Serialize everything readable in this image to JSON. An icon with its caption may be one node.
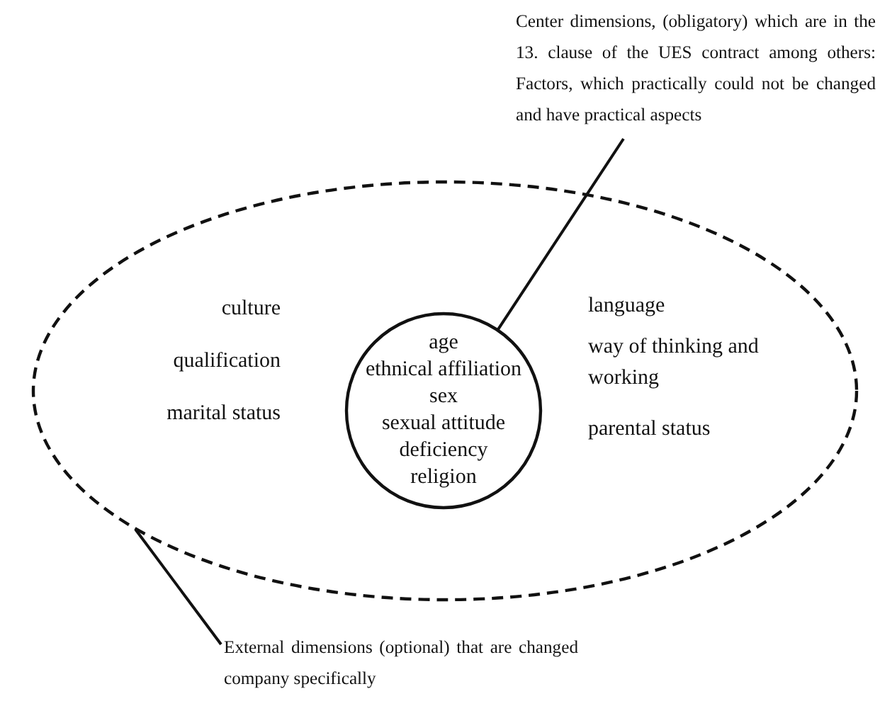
{
  "diagram": {
    "nodes": [
      {
        "text": [
          "culture",
          "qualification",
          "marital status",
          "language",
          "way of thinking and working",
          "parental status"
        ]
      },
      {
        "text": [
          "age",
          "ethnical affiliation",
          "sex",
          "sexual attitude",
          "deficiency",
          "religion"
        ],
        "in": 0
      },
      {
        "text": [
          "Center dimensions, (obligatory) which are in the 13. clause of the UES contract among others: Factors, which practically could not be changed and have practical aspects"
        ]
      },
      {
        "text": [
          "External dimensions (optional) that are changed company specifically"
        ]
      }
    ],
    "edges": [
      {
        "from": 2,
        "to": 1,
        "arrow": "none"
      },
      {
        "from": 3,
        "to": 0,
        "arrow": "none"
      }
    ]
  }
}
